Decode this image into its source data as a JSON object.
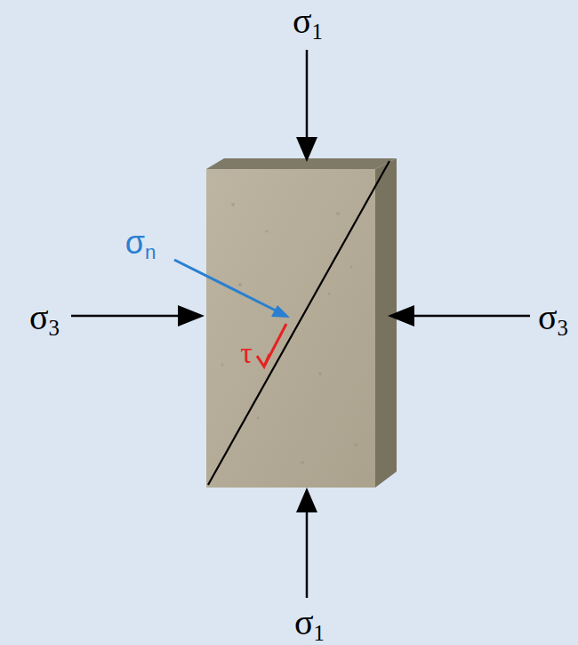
{
  "diagram": {
    "labels": [
      "σ1",
      "σn",
      "σ3",
      "σ3",
      "τ",
      "σ1"
    ]
  }
}
